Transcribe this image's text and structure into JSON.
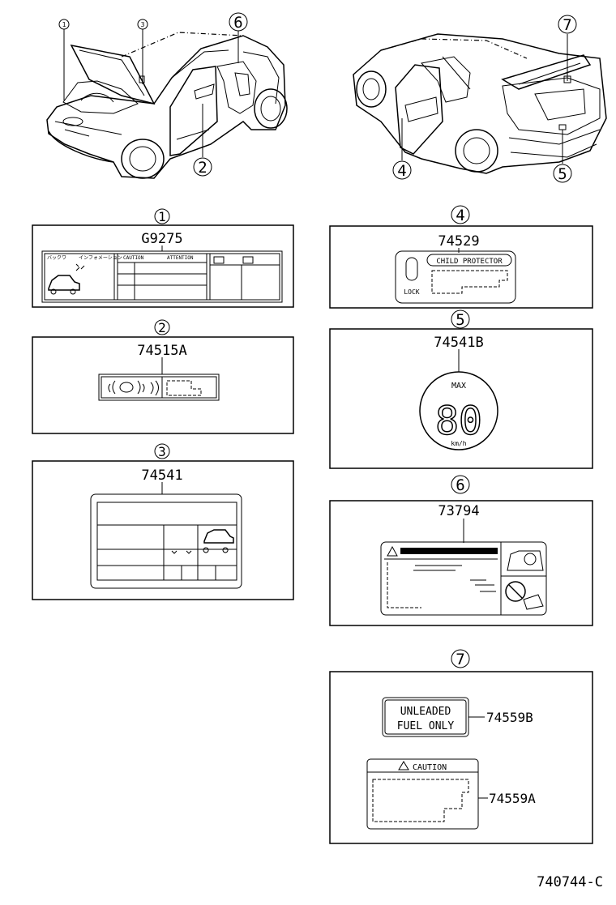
{
  "callouts": [
    "1",
    "2",
    "3",
    "4",
    "5",
    "6",
    "7"
  ],
  "labels": {
    "l1": {
      "part": "G9275",
      "jp1": "バックワ",
      "jp2": "インフォメーション",
      "caution": "CAUTION",
      "attention": "ATTENTION"
    },
    "l2": {
      "part": "74515A"
    },
    "l3": {
      "part": "74541"
    },
    "l4": {
      "part": "74529",
      "header": "CHILD PROTECTOR",
      "lock": "LOCK"
    },
    "l5": {
      "part": "74541B",
      "max": "MAX",
      "speed": "80",
      "unit": "km/h"
    },
    "l6": {
      "part": "73794"
    },
    "l7": {
      "part_b": "74559B",
      "unleaded_line1": "UNLEADED",
      "unleaded_line2": "FUEL ONLY",
      "part_a": "74559A",
      "caution": "CAUTION"
    }
  },
  "figure_code": "740744-C"
}
